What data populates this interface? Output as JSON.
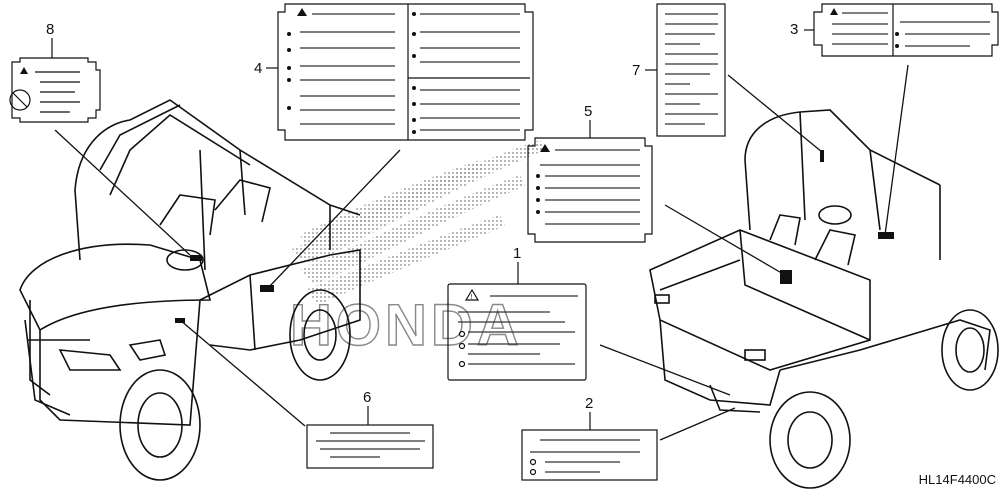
{
  "callouts": [
    "1",
    "2",
    "3",
    "4",
    "5",
    "6",
    "7",
    "8"
  ],
  "part_code": "HL14F4400C",
  "watermark": "HONDA",
  "icons": [
    "warning-triangle-icon",
    "no-passenger-icon",
    "honda-wing-logo"
  ]
}
